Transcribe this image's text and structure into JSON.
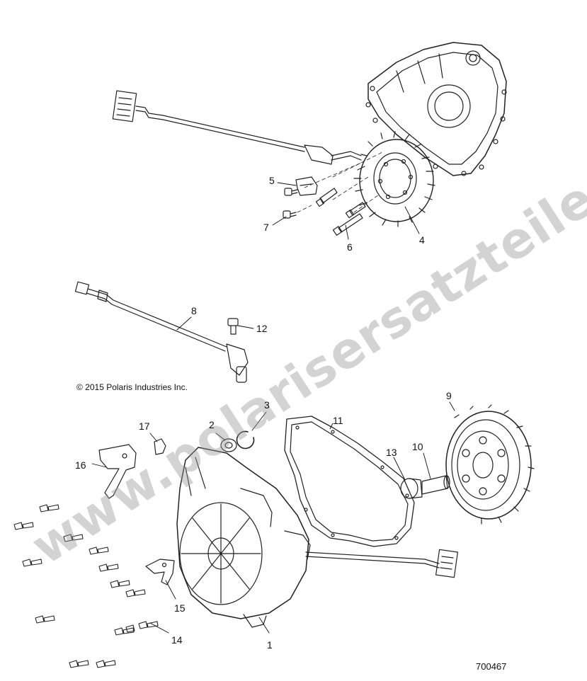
{
  "copyright": "© 2015 Polaris Industries Inc.",
  "diagram_number": "700467",
  "watermark": "www.polarisersatzteile.de",
  "callouts": [
    "1",
    "2",
    "3",
    "4",
    "5",
    "6",
    "7",
    "8",
    "9",
    "10",
    "11",
    "12",
    "13",
    "14",
    "15",
    "16",
    "17"
  ]
}
